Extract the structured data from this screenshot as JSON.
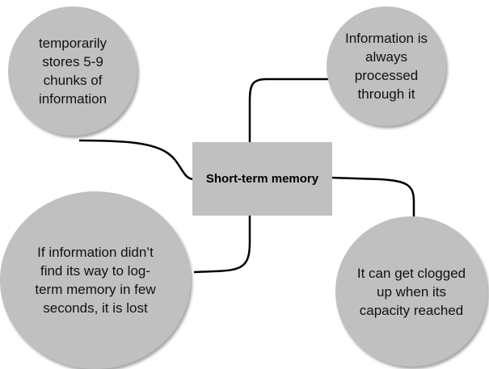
{
  "center": {
    "label": "Short-term memory"
  },
  "nodes": {
    "top_left": {
      "lines": [
        "temporarily",
        "stores 5-9",
        "chunks of",
        "information"
      ]
    },
    "top_right": {
      "lines": [
        "Information is",
        "always",
        "processed",
        "through it"
      ]
    },
    "bottom_left": {
      "lines": [
        "If information didn’t",
        "find its way to log-",
        "term memory in few",
        "seconds, it is lost"
      ]
    },
    "bottom_right": {
      "lines": [
        "It can get clogged",
        "up when its",
        "capacity reached"
      ]
    }
  },
  "colors": {
    "bubble": "#c0c0c0",
    "connector": "#000000",
    "text": "#111111"
  }
}
